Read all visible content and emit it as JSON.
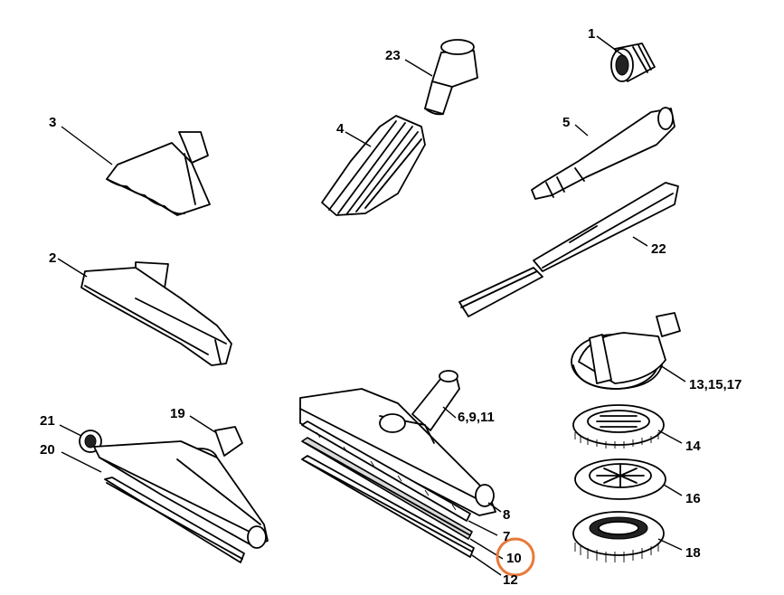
{
  "callouts": {
    "c1": "1",
    "c2": "2",
    "c3": "3",
    "c4": "4",
    "c5": "5",
    "c23": "23",
    "c22": "22",
    "c13": "13,15,17",
    "c14": "14",
    "c16": "16",
    "c18": "18",
    "c21": "21",
    "c19": "19",
    "c20": "20",
    "c6": "6,9,11",
    "c8": "8",
    "c7": "7",
    "c10": "10",
    "c12": "12"
  },
  "colors": {
    "highlight_ring": "#e8793a"
  }
}
